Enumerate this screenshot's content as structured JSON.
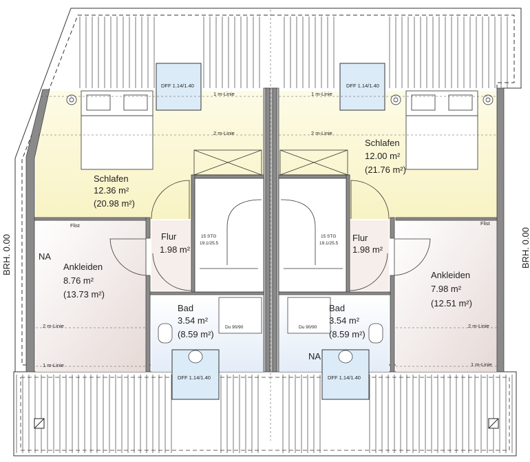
{
  "rooms": {
    "schlafen_left": {
      "name": "Schlafen",
      "area": "12.36 m²",
      "gross": "(20.98 m²)"
    },
    "schlafen_right": {
      "name": "Schlafen",
      "area": "12.00 m²",
      "gross": "(21.76 m²)"
    },
    "flur_left": {
      "name": "Flur",
      "area": "1.98 m²"
    },
    "flur_right": {
      "name": "Flur",
      "area": "1.98 m²"
    },
    "ankleiden_left": {
      "name": "Ankleiden",
      "area": "8.76 m²",
      "gross": "(13.73 m²)"
    },
    "ankleiden_right": {
      "name": "Ankleiden",
      "area": "7.98 m²",
      "gross": "(12.51 m²)"
    },
    "bad_left": {
      "name": "Bad",
      "area": "3.54 m²",
      "gross": "(8.59 m²)"
    },
    "bad_right": {
      "name": "Bad",
      "area": "3.54 m²",
      "gross": "(8.59 m²)"
    }
  },
  "labels": {
    "na": "NA",
    "brh": "BRH. 0.00",
    "flist": "Flist",
    "line1": "1 m-Linie",
    "line2": "2 m-Linie",
    "skylight": "DFF 1.14/1.40",
    "stair": "15 STG",
    "stair_dim": "19.1/25.5",
    "shower_left": "Du 90/90",
    "shower_right": "Du 90/90"
  },
  "colors": {
    "bedroom_fill": "#fbf8d6",
    "dressing_fill": "#f3ecec",
    "bath_fill": "#eef3fb",
    "skylight_fill": "#dcebf8",
    "wall": "#7a7a7a",
    "line": "#333333"
  }
}
